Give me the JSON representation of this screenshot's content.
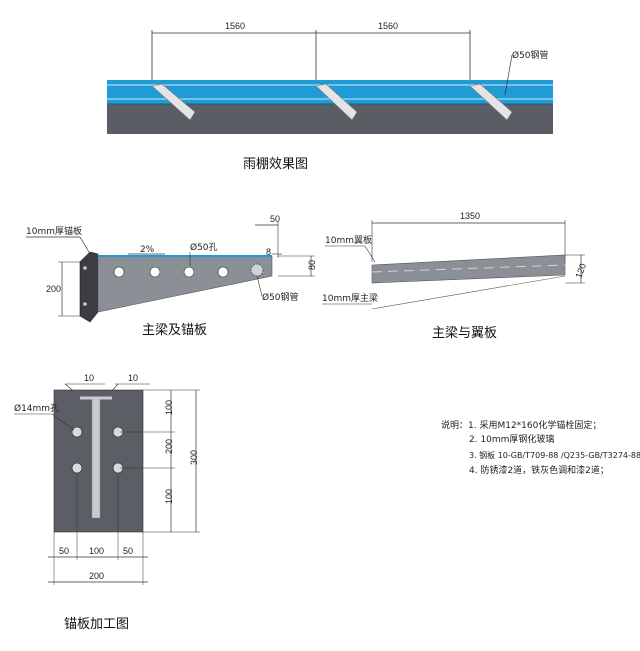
{
  "canopy": {
    "dim_left": "1560",
    "dim_right": "1560",
    "pipe_label": "Ø50钢管",
    "caption": "雨棚效果图"
  },
  "beam_anchor": {
    "plate_label": "10mm厚锚板",
    "dim_top": "50",
    "slope": "2%",
    "hole_label": "Ø50孔",
    "weld_mark": "8",
    "dim_right": "80",
    "dim_left": "200",
    "pipe_label": "Ø50钢管",
    "caption": "主梁及锚板"
  },
  "beam_wing": {
    "dim_top": "1350",
    "wing_label": "10mm翼板",
    "dim_right": "120",
    "beam_label": "10mm厚主梁",
    "caption": "主梁与翼板"
  },
  "anchor_plate": {
    "weld_left": "10",
    "weld_right": "10",
    "hole_label": "Ø14mm孔",
    "dim_v_100_top": "100",
    "dim_v_200": "200",
    "dim_v_100_bottom": "100",
    "dim_v_300": "300",
    "dim_h_50_left": "50",
    "dim_h_100": "100",
    "dim_h_50_right": "50",
    "dim_h_200": "200",
    "caption": "锚板加工图"
  },
  "notes": {
    "lines": [
      "说明：1. 采用M12*160化学锚栓固定；",
      "2. 10mm厚钢化玻璃",
      "3. 钢板 10-GB/T709-88 /Q235-GB/T3274-88",
      "4. 防锈漆2道，铁灰色调和漆2道；"
    ]
  },
  "colors": {
    "wall": "#5a5d64",
    "glass": "#1f9bd6",
    "steel": "#8b8f96",
    "plate_dark": "#5b5e64"
  }
}
